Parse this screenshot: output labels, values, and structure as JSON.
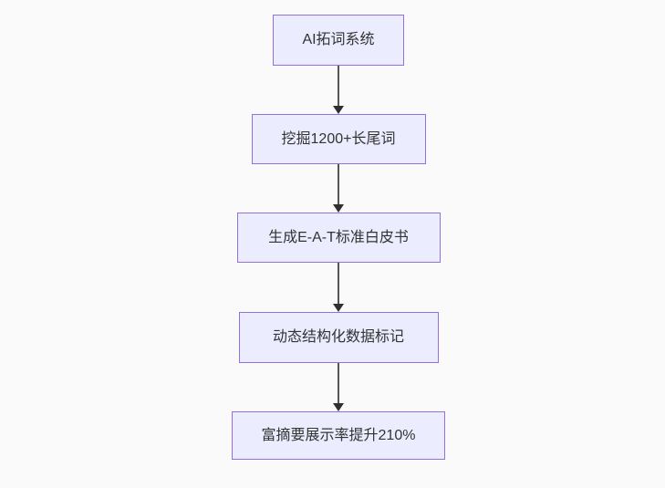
{
  "diagram": {
    "type": "flowchart",
    "direction": "top-down",
    "nodes": [
      {
        "id": "step1",
        "label": "AI拓词系统"
      },
      {
        "id": "step2",
        "label": "挖掘1200+长尾词"
      },
      {
        "id": "step3",
        "label": "生成E-A-T标准白皮书"
      },
      {
        "id": "step4",
        "label": "动态结构化数据标记"
      },
      {
        "id": "step5",
        "label": "富摘要展示率提升210%"
      }
    ],
    "edges": [
      {
        "from": "step1",
        "to": "step2"
      },
      {
        "from": "step2",
        "to": "step3"
      },
      {
        "from": "step3",
        "to": "step4"
      },
      {
        "from": "step4",
        "to": "step5"
      }
    ],
    "colors": {
      "node_fill": "#ECECFF",
      "node_border": "#9370DB",
      "node_text": "#333333",
      "arrow_line": "#555555",
      "arrow_head": "#2f2f2f",
      "background": "#fafafa"
    }
  }
}
